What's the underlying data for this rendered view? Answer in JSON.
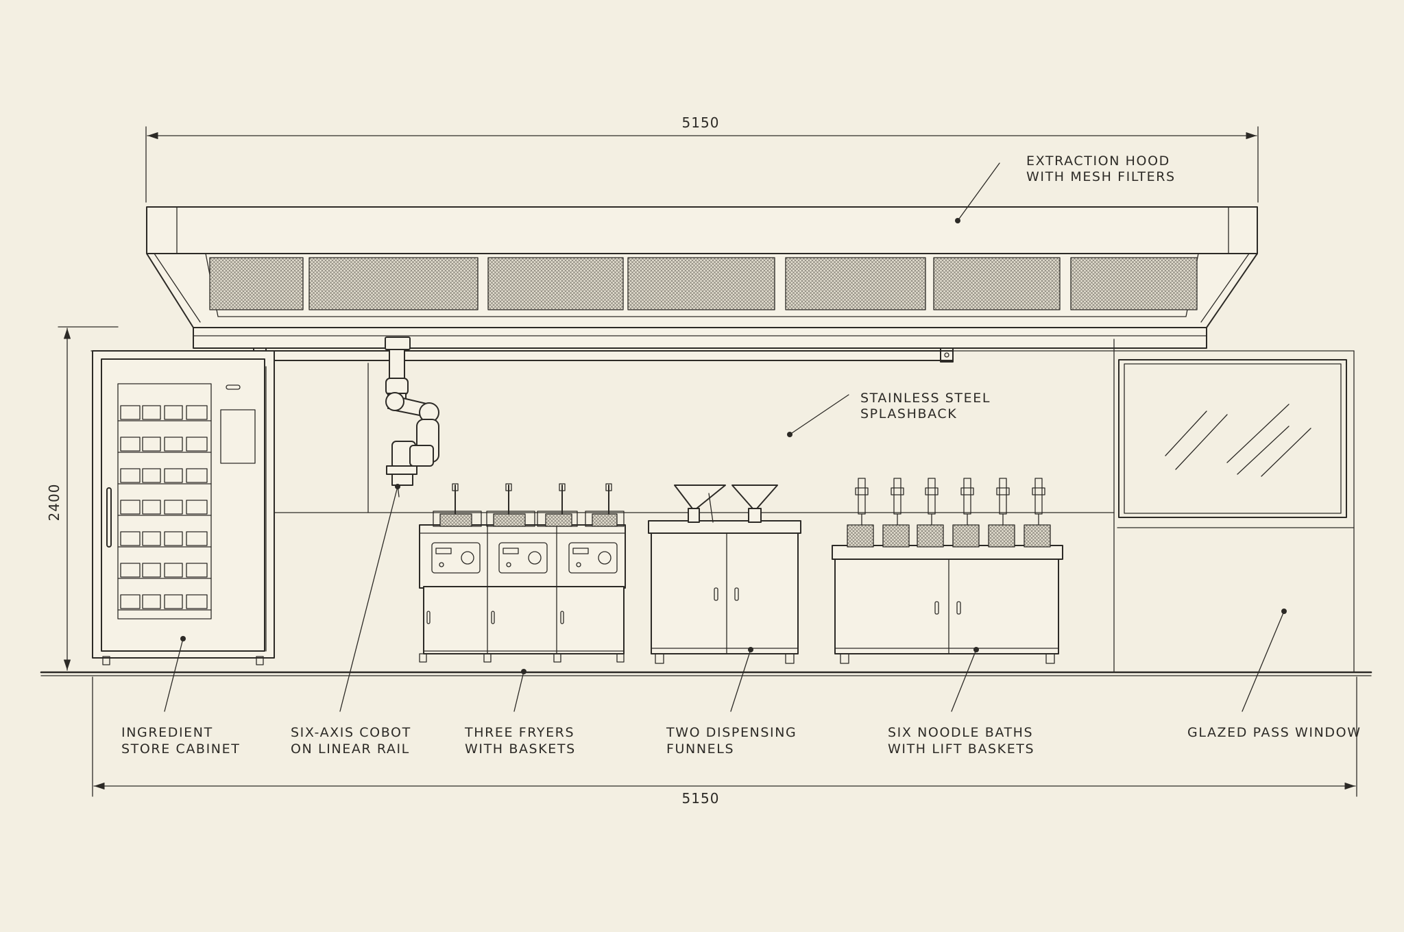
{
  "dimensions": {
    "top_width": "5150",
    "bottom_width": "5150",
    "height": "2400"
  },
  "labels": {
    "hood": [
      "EXTRACTION HOOD",
      "WITH MESH FILTERS"
    ],
    "splashback": [
      "STAINLESS STEEL",
      "SPLASHBACK"
    ],
    "cabinet": [
      "INGREDIENT",
      "STORE CABINET"
    ],
    "cobot": [
      "SIX-AXIS COBOT",
      "ON LINEAR RAIL"
    ],
    "fryers": [
      "THREE FRYERS",
      "WITH BASKETS"
    ],
    "funnels": [
      "TWO DISPENSING",
      "FUNNELS"
    ],
    "noodle_baths": [
      "SIX NOODLE BATHS",
      "WITH LIFT BASKETS"
    ],
    "window": [
      "GLAZED PASS WINDOW"
    ]
  },
  "colors": {
    "paper": "#f3efe2",
    "ink": "#2c2a26"
  }
}
